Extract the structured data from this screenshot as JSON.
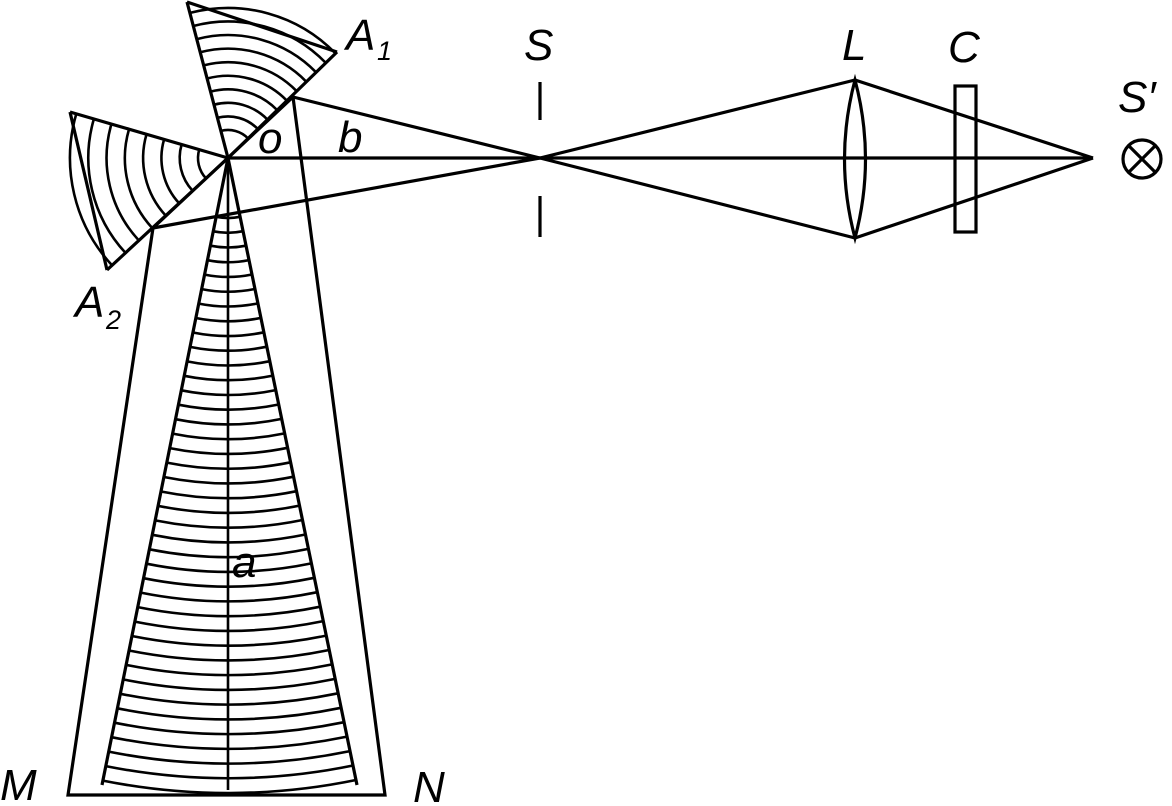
{
  "labels": {
    "a1": "A",
    "a1_sub": "1",
    "a2": "A",
    "a2_sub": "2",
    "s": "S",
    "l": "L",
    "c": "C",
    "s_prime": "S′",
    "o": "o",
    "b": "b",
    "a": "a",
    "m": "M",
    "n": "N"
  },
  "colors": {
    "stroke": "#000000",
    "background": "#ffffff"
  },
  "icons": {
    "source_marker": "circled-x-icon"
  }
}
